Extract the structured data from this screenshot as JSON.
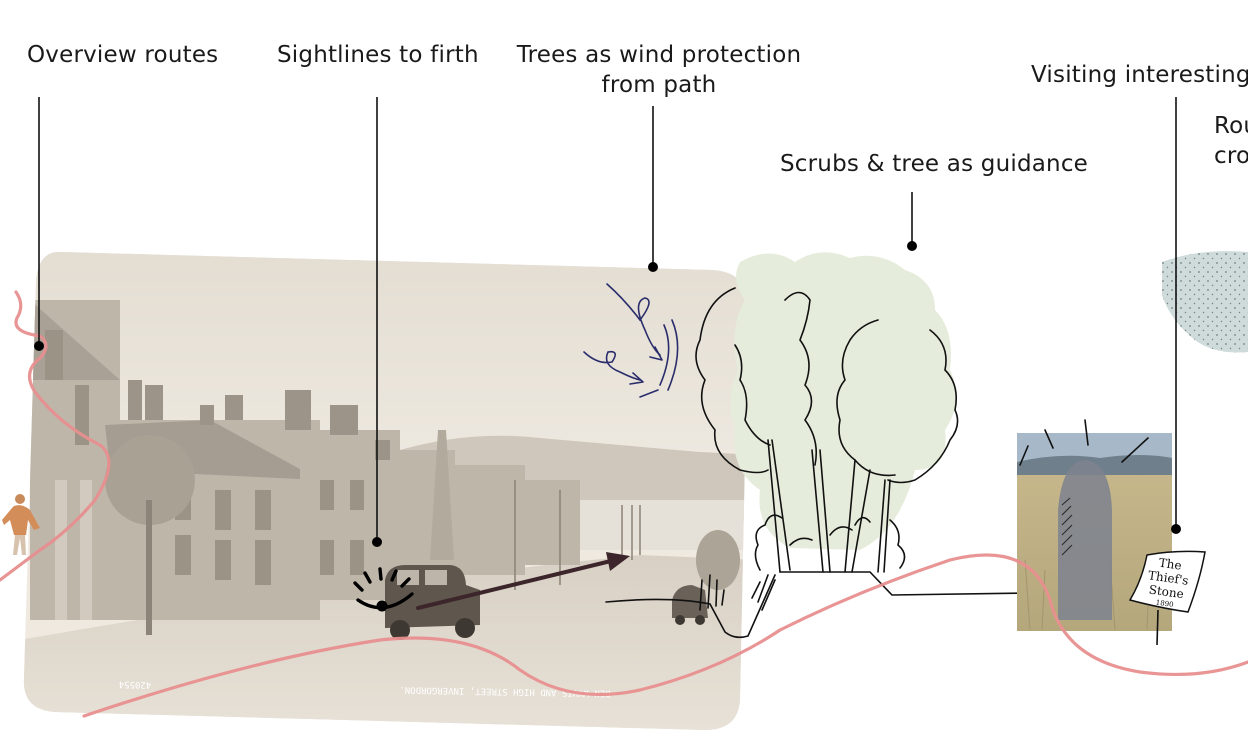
{
  "labels": {
    "overview_routes": "Overview routes",
    "sightlines": "Sightlines to firth",
    "trees_wind_line1": "Trees as wind protection",
    "trees_wind_line2": "from path",
    "scrubs_guidance": "Scrubs & tree as guidance",
    "visiting_points": "Visiting interesting p",
    "routes_cross_line1": "Rou",
    "routes_cross_line2": "cro"
  },
  "postcard": {
    "caption": "BEN WYVIS AND HIGH STREET, INVERGORDON.",
    "serial": "420554"
  },
  "sign": {
    "line1": "The",
    "line2": "Thief's",
    "line3": "Stone",
    "year": "1890"
  },
  "colors": {
    "route": "#e89090",
    "wind_arrows": "#2a2d6b",
    "foliage": "#e5ecda",
    "sepia_sky": "#e6e0d6",
    "stone_sky": "#8fa3b5",
    "stone_field": "#c8b789",
    "dotted_patch": "#cfdada"
  }
}
